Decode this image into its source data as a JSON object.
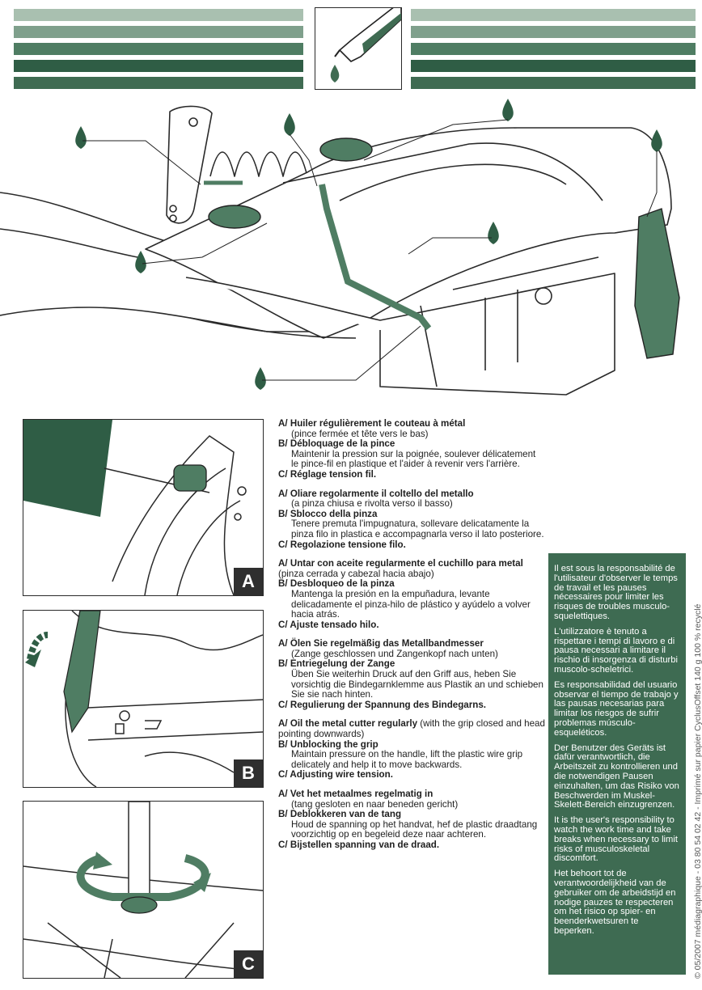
{
  "colors": {
    "green_dark": "#2f5d45",
    "green_mid": "#4f7d63",
    "green_light": "#7fa08c",
    "green_pale": "#a9c0b0",
    "note_bg": "#3e6b52"
  },
  "header": {
    "logo_icon": "oil-can-drop-icon"
  },
  "figure": {
    "panels": [
      {
        "label": "A",
        "icon": "oiling-cutter-closeup"
      },
      {
        "label": "B",
        "icon": "unblocking-grip-closeup"
      },
      {
        "label": "C",
        "icon": "wire-tension-knob-closeup"
      }
    ]
  },
  "instructions": [
    {
      "a_title": "A/ Huiler régulièrement le couteau à métal",
      "a_rest": "",
      "a_sub": "(pince fermée et tête vers le bas)",
      "b_title": "B/ Débloquage de la pince",
      "b_text": "Maintenir la pression sur la poignée, soulever délicatement le pince-fil en plastique et l'aider à revenir vers l'arrière.",
      "c_title": "C/ Réglage tension fil."
    },
    {
      "a_title": "A/ Oliare regolarmente il coltello del metallo",
      "a_rest": "",
      "a_sub": "(a pinza chiusa e rivolta verso il basso)",
      "b_title": "B/ Sblocco della pinza",
      "b_text": "Tenere premuta l'impugnatura, sollevare delicatamente la pinza filo in plastica e accompagnarla verso il lato posteriore.",
      "c_title": "C/ Regolazione tensione filo."
    },
    {
      "a_title": "A/ Untar con aceite regularmente el cuchillo para metal",
      "a_rest": " (pinza cerrada y cabezal hacia abajo)",
      "a_sub": "",
      "b_title": "B/ Desbloqueo de la pinza",
      "b_text": "Mantenga la presión en la empuñadura, levante delicadamente el pinza-hilo de plástico y ayúdelo a volver hacia atrás.",
      "c_title": "C/ Ajuste tensado hilo."
    },
    {
      "a_title": "A/ Ölen Sie regelmäßig das Metallbandmesser",
      "a_rest": "",
      "a_sub": "(Zange geschlossen und Zangenkopf nach unten)",
      "b_title": "B/ Entriegelung der Zange",
      "b_text": "Üben Sie weiterhin Druck auf den Griff aus, heben Sie vorsichtig die Bindegarnklemme aus Plastik an und schieben Sie sie nach hinten.",
      "c_title": "C/ Regulierung der Spannung des Bindegarns."
    },
    {
      "a_title": "A/ Oil the metal cutter regularly",
      "a_rest": " (with the grip closed and head pointing downwards)",
      "a_sub": "",
      "b_title": "B/ Unblocking the grip",
      "b_text": "Maintain pressure on the handle, lift the plastic wire grip delicately and help it to move backwards.",
      "c_title": "C/ Adjusting wire tension."
    },
    {
      "a_title": "A/ Vet het metaalmes regelmatig in",
      "a_rest": "",
      "a_sub": "(tang gesloten en naar beneden gericht)",
      "b_title": "B/ Deblokkeren van de tang",
      "b_text": "Houd de spanning op het handvat, hef de plastic draadtang voorzichtig op en begeleid deze naar achteren.",
      "c_title": "C/ Bijstellen spanning van de draad."
    }
  ],
  "responsibility_notes": [
    "Il est sous la responsabilité de l'utilisateur d'observer le temps de travail et les pauses nécessaires pour limiter les risques de troubles musculo-squelettiques.",
    "L'utilizzatore è tenuto a rispettare i tempi di lavoro e di pausa necessari a limitare il rischio di insorgenza di disturbi muscolo-scheletrici.",
    "Es responsabilidad del usuario observar el tiempo de trabajo y las pausas necesarias para limitar los riesgos de sufrir problemas músculo-esqueléticos.",
    "Der Benutzer des Geräts ist dafür verantwortlich, die Arbeitszeit zu kontrollieren und die notwendigen Pausen einzuhalten, um das Risiko von Beschwerden im Muskel-Skelett-Bereich einzugrenzen.",
    "It is the user's responsibility to watch the work time and take breaks when necessary to limit risks of musculoskeletal discomfort.",
    "Het behoort tot de verantwoordelijkheid van de gebruiker om de arbeidstijd en nodige pauzes te respecteren om het risico op spier- en beenderkwetsuren te beperken."
  ],
  "credit": "© 05/2007 médiagraphique - 03 80 54 02 42 - Imprimé sur papier CyclusOffset 140 g 100 % recyclé"
}
